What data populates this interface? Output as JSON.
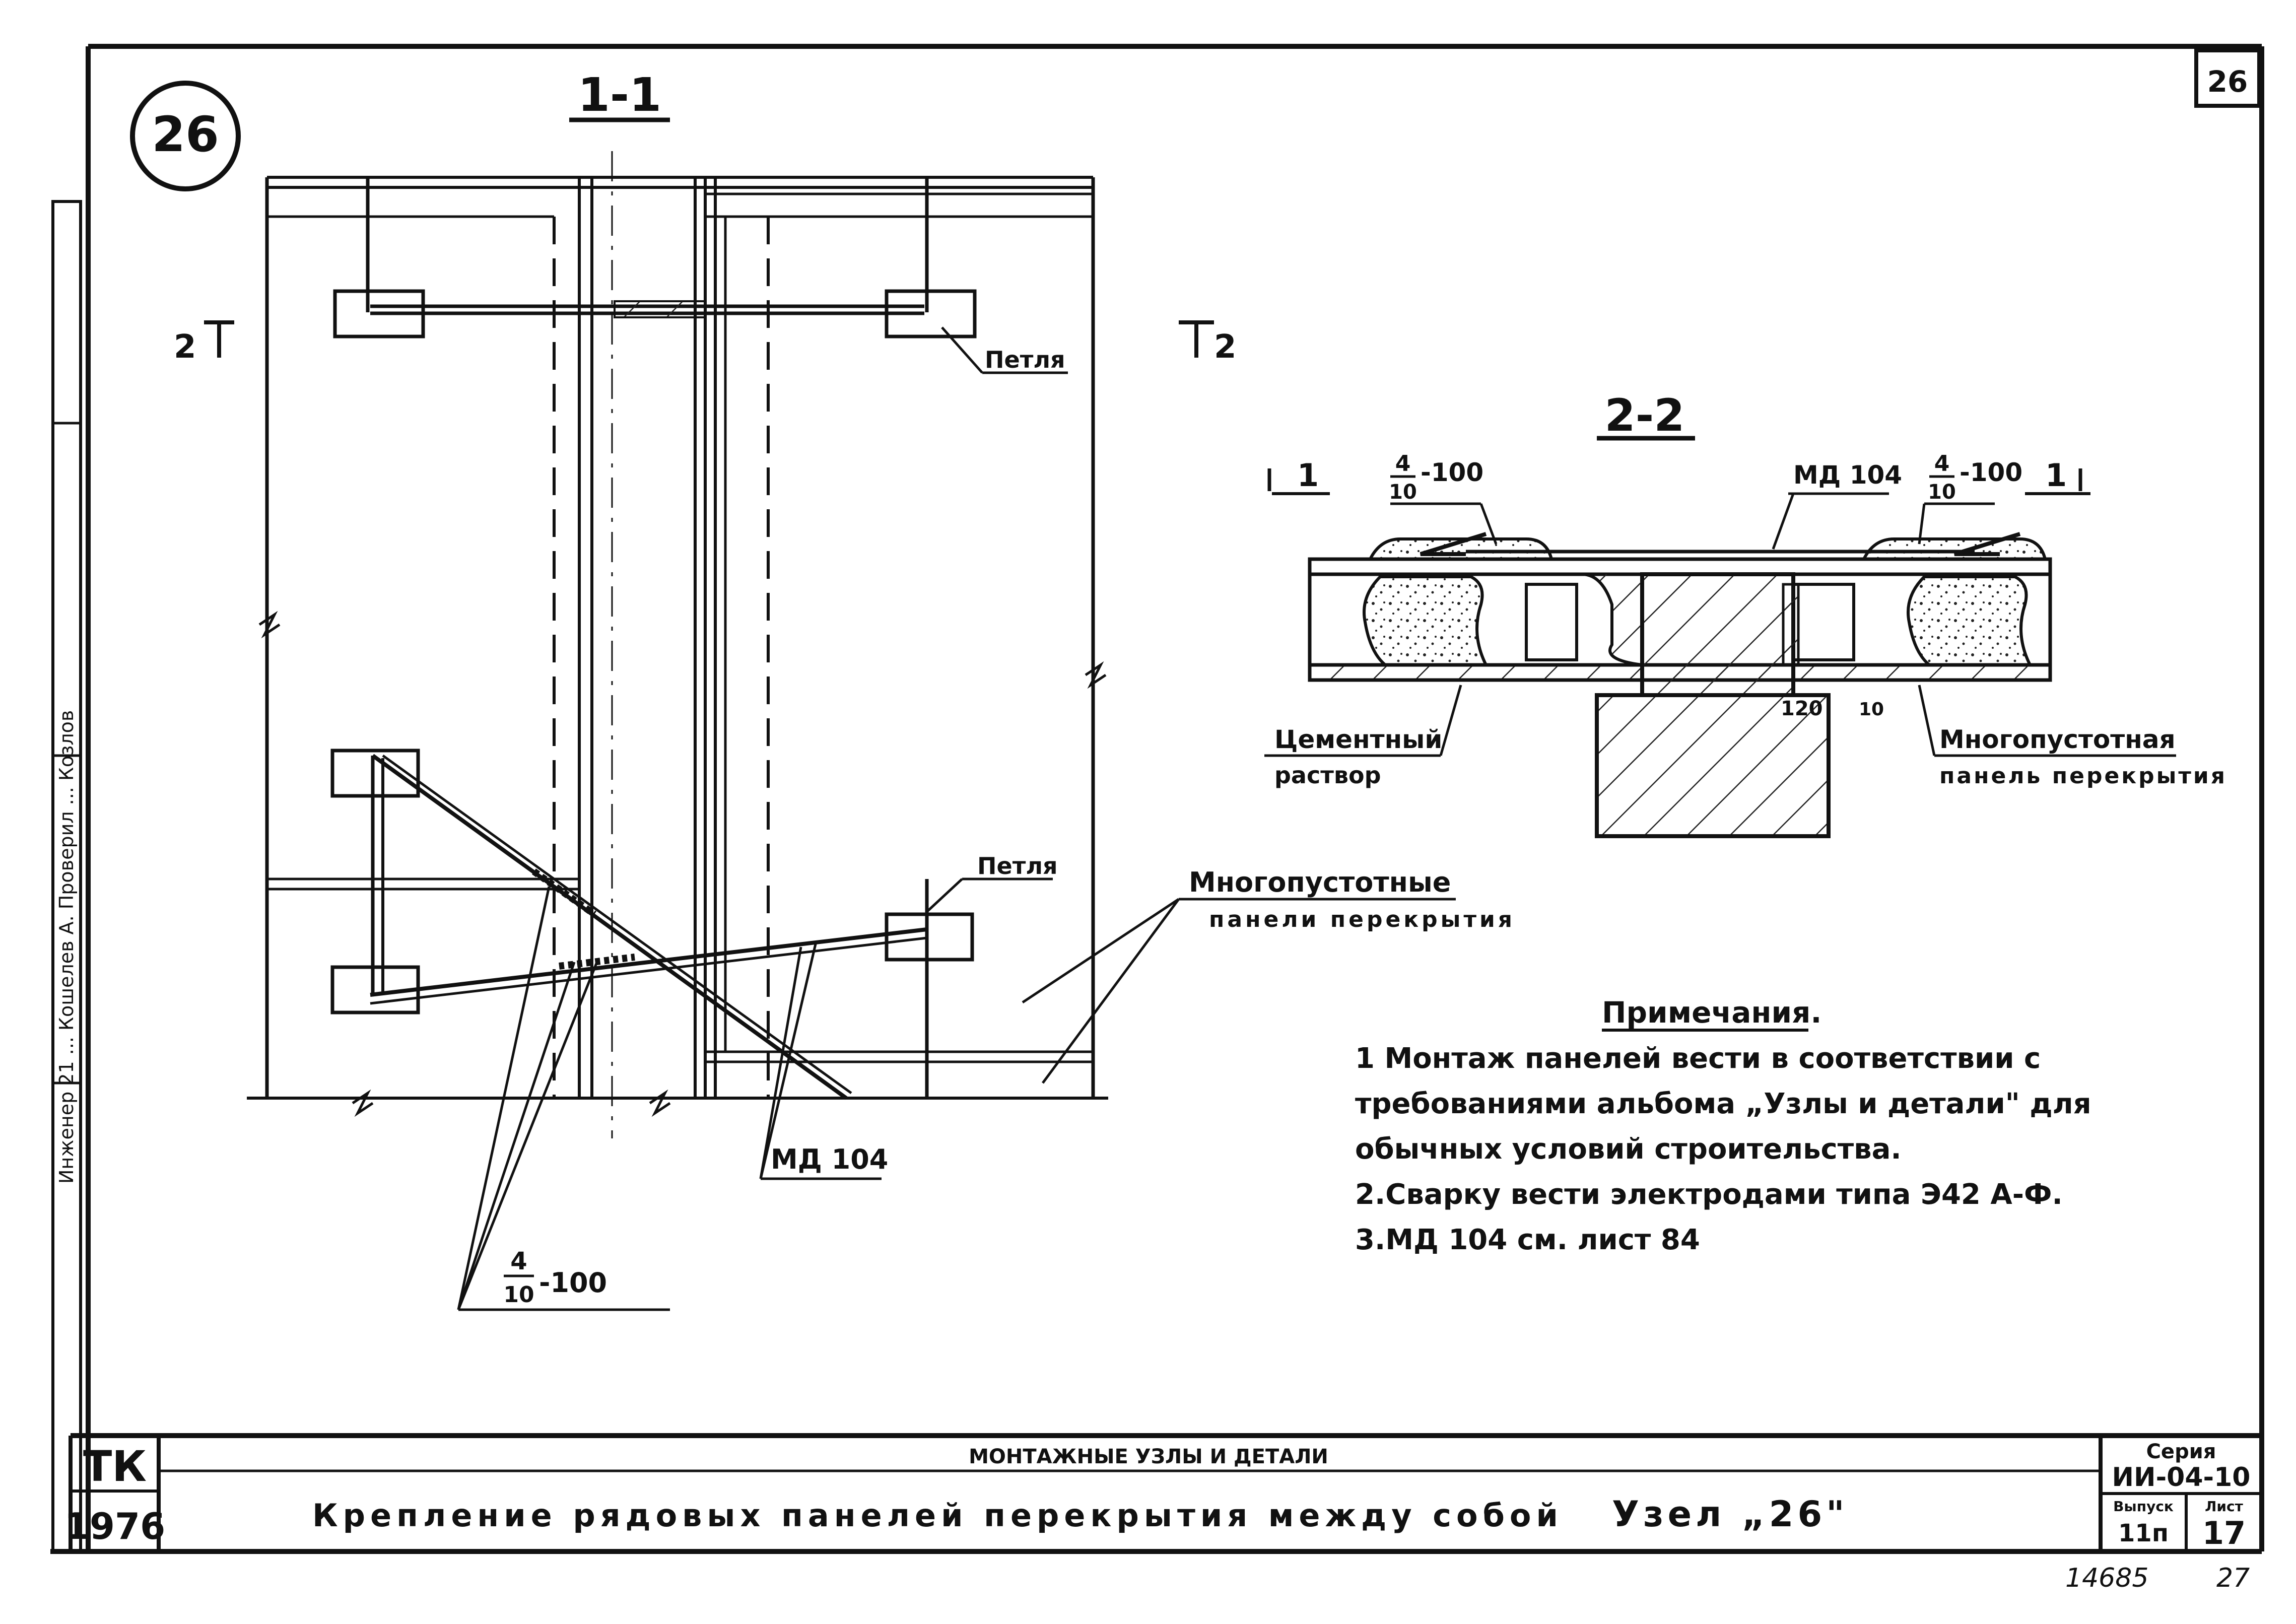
{
  "sheet": {
    "node_badge": "26",
    "sheet_corner_number": "26",
    "bottom_number_left": "14685",
    "bottom_number_right": "27"
  },
  "section_1_1": {
    "title": "1-1",
    "cut_left": "2",
    "cut_right": "2",
    "label_loop_top": "Петля",
    "label_loop_mid": "Петля",
    "label_panels_line1": "Многопустотные",
    "label_panels_line2": "панели перекрытия",
    "label_md": "МД 104",
    "label_rebar_num": "4",
    "label_rebar_den": "10",
    "label_rebar_tail": "-100"
  },
  "section_2_2": {
    "title": "2-2",
    "cut_left": "1",
    "cut_right": "1",
    "label_rebar_left_num": "4",
    "label_rebar_left_den": "10",
    "label_rebar_left_tail": "-100",
    "label_md": "МД 104",
    "label_rebar_right_num": "4",
    "label_rebar_right_den": "10",
    "label_rebar_right_tail": "-100",
    "label_mortar_line1": "Цементный",
    "label_mortar_line2": "раствор",
    "label_panel_line1": "Многопустотная",
    "label_panel_line2": "панель перекрытия",
    "dim_120": "120",
    "dim_10": "10"
  },
  "notes": {
    "heading": "Примечания.",
    "lines": [
      "1 Монтаж панелей вести в соответствии с",
      "требованиями альбома „Узлы и детали\" для",
      "обычных условий строительства.",
      "2.Сварку вести электродами типа Э42 А-Ф.",
      "3.МД 104 см. лист 84"
    ]
  },
  "side_stamp": {
    "text": "Инженер 21 ... Кошелев А. Проверил ... Козлов"
  },
  "title_block": {
    "org_code": "ТК",
    "year": "1976",
    "subtitle": "МОНТАЖНЫЕ УЗЛЫ И ДЕТАЛИ",
    "title": "Крепление рядовых панелей перекрытия между собой",
    "node_label": "Узел „26\"",
    "series_label": "Серия",
    "series_value": "ИИ-04-10",
    "issue_label": "Выпуск",
    "issue_value": "11п",
    "sheet_label": "Лист",
    "sheet_value": "17"
  }
}
